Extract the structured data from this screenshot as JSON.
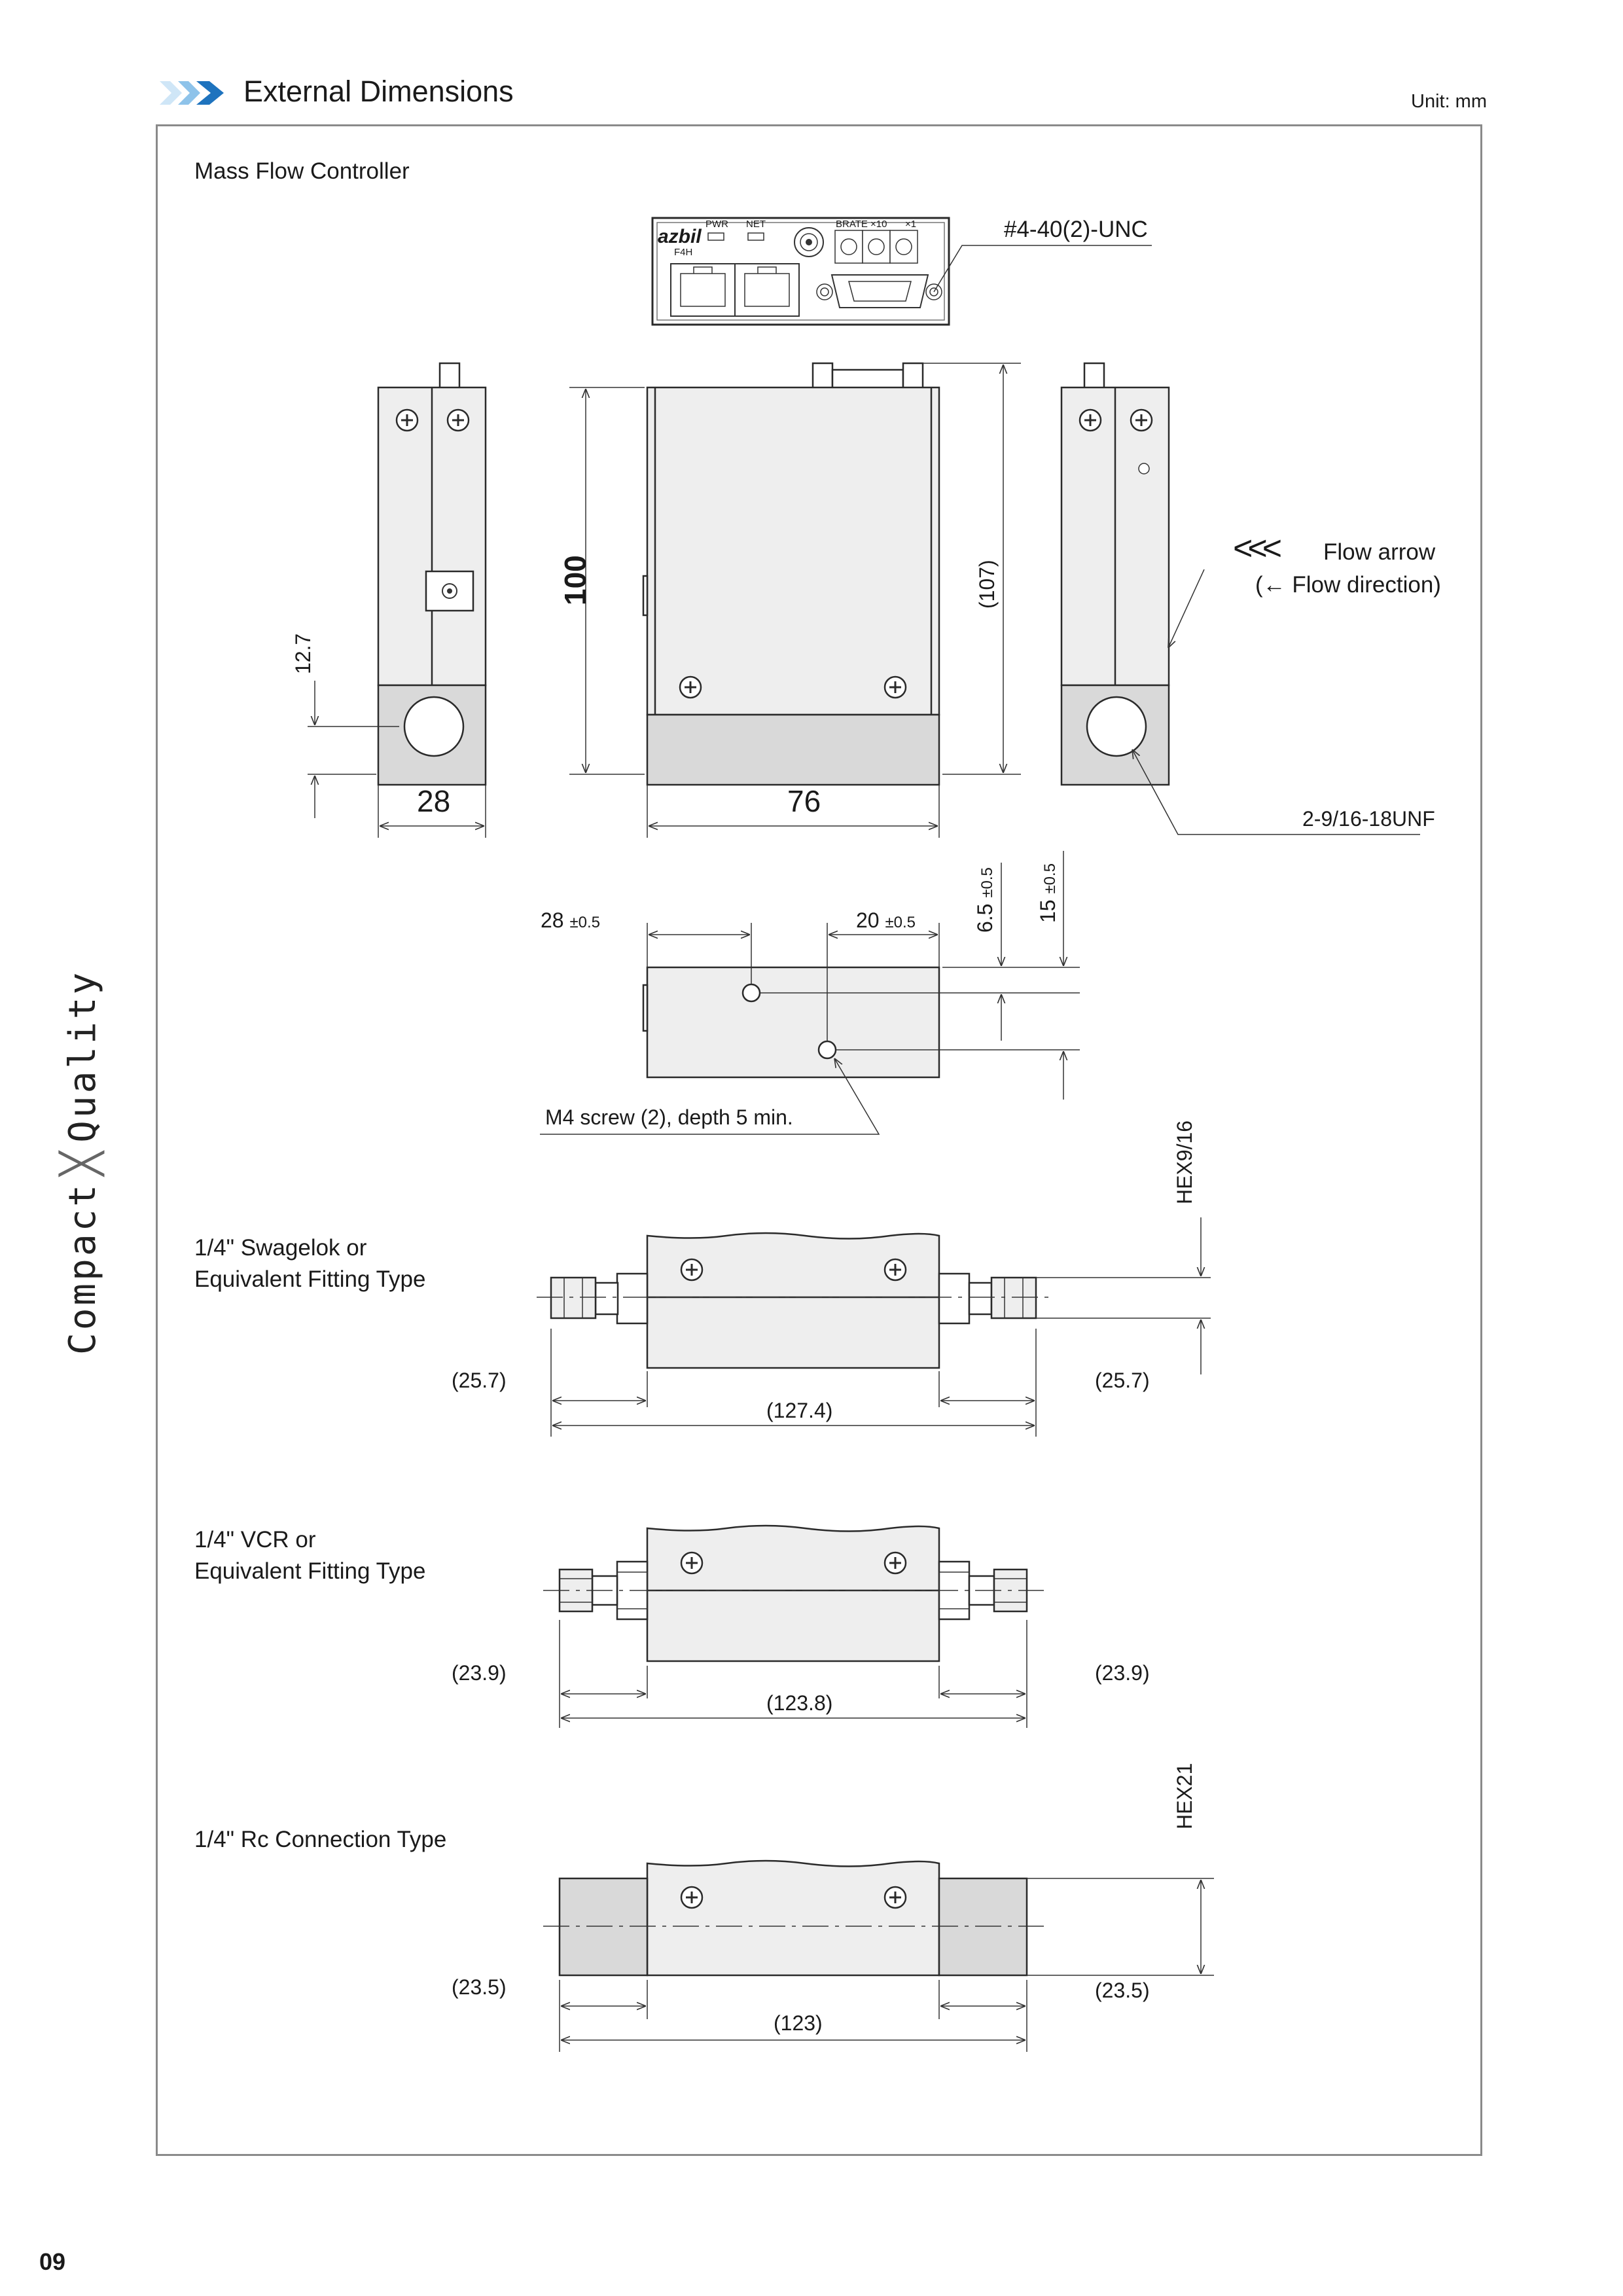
{
  "header": {
    "title": "External Dimensions",
    "unit": "Unit: mm"
  },
  "side_label": {
    "left": "Compact",
    "right": "Quality"
  },
  "page_number": "09",
  "panel": {
    "title": "Mass Flow Controller"
  },
  "front_panel": {
    "brand": "azbil",
    "model": "F4H",
    "led_pwr": "PWR",
    "led_net": "NET",
    "brate": "BRATE",
    "x10": "×10",
    "x1": "×1",
    "thread_callout": "#4-40(2)-UNC"
  },
  "side_views": {
    "dim_12_7": "12.7",
    "dim_28": "28",
    "dim_100": "100",
    "dim_76": "76",
    "dim_107": "(107)",
    "flow_arrow_label": "Flow arrow",
    "flow_direction_label": "(← Flow direction)",
    "port_thread": "2-9/16-18UNF"
  },
  "bottom_view": {
    "dim_28": "28",
    "tol_28": "±0.5",
    "dim_20": "20",
    "tol_20": "±0.5",
    "dim_6_5": "6.5",
    "tol_6_5": "±0.5",
    "dim_15": "15",
    "tol_15": "±0.5",
    "screw_note": "M4 screw (2), depth 5 min."
  },
  "fittings": [
    {
      "label_line1": "1/4\" Swagelok or",
      "label_line2": "Equivalent Fitting Type",
      "hex": "HEX9/16",
      "left": "(25.7)",
      "right": "(25.7)",
      "total": "(127.4)"
    },
    {
      "label_line1": "1/4\" VCR or",
      "label_line2": "Equivalent Fitting Type",
      "hex": "",
      "left": "(23.9)",
      "right": "(23.9)",
      "total": "(123.8)"
    },
    {
      "label_line1": "1/4\" Rc Connection Type",
      "label_line2": "",
      "hex": "HEX21",
      "left": "(23.5)",
      "right": "(23.5)",
      "total": "(123)"
    }
  ],
  "colors": {
    "accent": "#1e73be",
    "accent_light": "#8ec3ea",
    "frame": "#8a8a8a"
  }
}
